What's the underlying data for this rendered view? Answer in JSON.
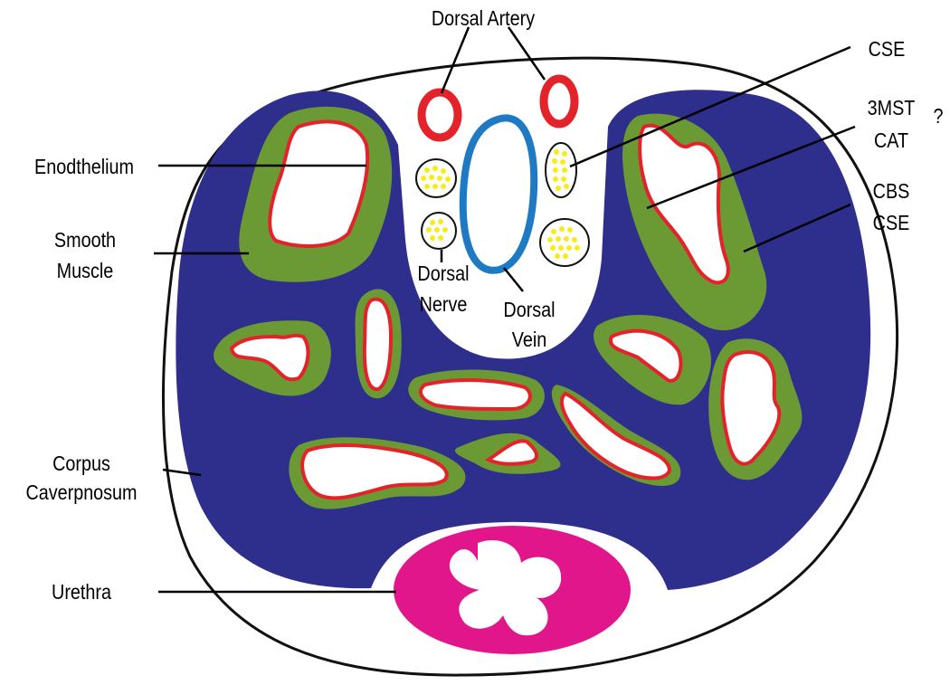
{
  "colors": {
    "corpus_cavernosum": "#2e2e8c",
    "smooth_muscle": "#6b9a35",
    "endothelium": "#e3222a",
    "urethra": "#e0168a",
    "dorsal_vein": "#1f7ac4",
    "nerve_fibers": "#f7ec1a",
    "outline": "#111111",
    "background": "#ffffff"
  },
  "labels": {
    "dorsal_artery": "Dorsal Artery",
    "cse_top": "CSE",
    "mst_question": "?",
    "mst_line1": "3MST",
    "mst_line2": "CAT",
    "cbs_line1": "CBS",
    "cbs_line2": "CSE",
    "endothelium": "Enodthelium",
    "smooth_line1": "Smooth",
    "smooth_line2": "Muscle",
    "nerve_line1": "Dorsal",
    "nerve_line2": "Nerve",
    "vein_line1": "Dorsal",
    "vein_line2": "Vein",
    "corpus_line1": "Corpus",
    "corpus_line2": "Caverpnosum",
    "urethra": "Urethra"
  }
}
